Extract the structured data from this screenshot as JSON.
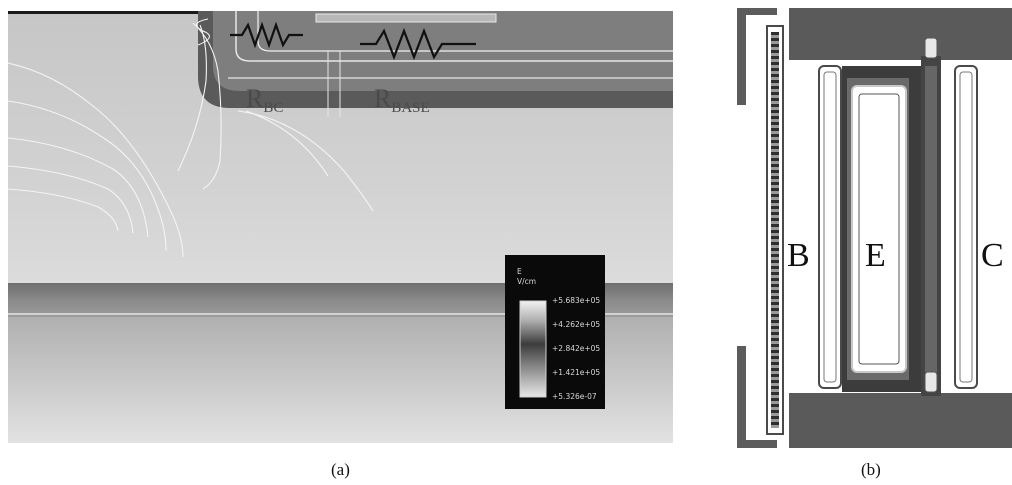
{
  "figure_a": {
    "resistor_labels": [
      {
        "main": "R",
        "sub": "BC"
      },
      {
        "main": "R",
        "sub": "BASE"
      }
    ],
    "legend": {
      "title": "E",
      "unit": "V/cm",
      "ticks": [
        "+5.683e+05",
        "+4.262e+05",
        "+2.842e+05",
        "+1.421e+05",
        "+5.326e-07"
      ]
    }
  },
  "figure_b": {
    "terminal_labels": [
      "B",
      "E",
      "C"
    ]
  },
  "captions": [
    "(a)",
    "(b)"
  ]
}
